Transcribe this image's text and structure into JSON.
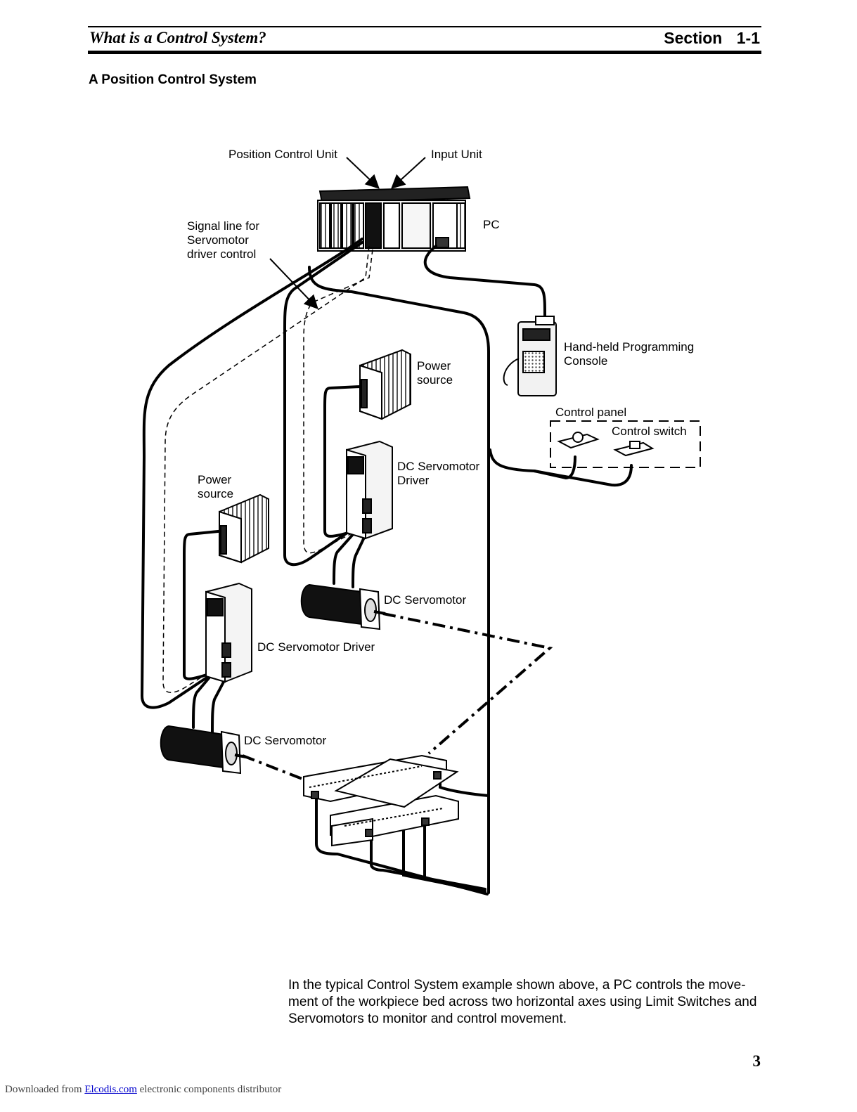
{
  "header": {
    "title": "What is a Control System?",
    "section": "Section 1-1"
  },
  "subheading": "A Position Control System",
  "labels": {
    "position_control_unit": "Position Control Unit",
    "input_unit": "Input Unit",
    "pc": "PC",
    "signal_line": "Signal line for\nServomotor\ndriver control",
    "handheld_console": "Hand-held Programming\nConsole",
    "power_source_upper": "Power\nsource",
    "power_source_lower": "Power\nsource",
    "control_panel": "Control panel",
    "control_switch": "Control switch",
    "dc_servomotor_driver_upper": "DC Servomotor\nDriver",
    "dc_servomotor_driver_lower": "DC Servomotor Driver",
    "dc_servomotor_upper": "DC Servomotor",
    "dc_servomotor_lower": "DC Servomotor"
  },
  "body_text": "In the typical Control System example shown above, a PC controls the move-ment of the workpiece bed across two horizontal axes using Limit Switches and Servomotors to monitor and control movement.",
  "page_number": "3",
  "footer": {
    "prefix": "Downloaded from",
    "link": "Elcodis.com",
    "suffix": "electronic components distributor"
  }
}
